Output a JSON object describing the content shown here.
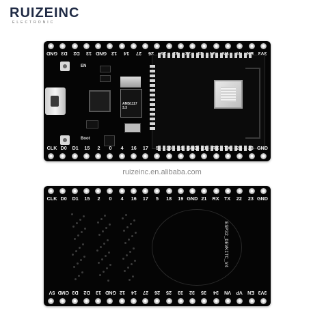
{
  "brand": {
    "name": "RUIZEINC",
    "tagline": "ELECTRONIC"
  },
  "watermark": "ruizeinc.en.alibaba.com",
  "front": {
    "top_pins": [
      "GND",
      "D3",
      "D2",
      "13",
      "GND",
      "12",
      "14",
      "27",
      "26",
      "25",
      "33",
      "32",
      "35",
      "34",
      "VN",
      "VP",
      "EN",
      "3V3"
    ],
    "bottom_pins": [
      "CLK",
      "D0",
      "D1",
      "15",
      "2",
      "0",
      "4",
      "16",
      "17",
      "5",
      "18",
      "19",
      "GND",
      "21",
      "RX",
      "TX",
      "22",
      "23",
      "GND"
    ],
    "regulator_label": "AMS1117 3.3",
    "boot_label": "Boot",
    "en_label": "EN"
  },
  "back": {
    "top_pins": [
      "CLK",
      "D0",
      "D1",
      "15",
      "2",
      "0",
      "4",
      "16",
      "17",
      "5",
      "18",
      "19",
      "GND",
      "21",
      "RX",
      "TX",
      "22",
      "23",
      "GND"
    ],
    "bottom_pins": [
      "5V",
      "CMD",
      "D3",
      "D2",
      "13",
      "GND",
      "12",
      "14",
      "27",
      "26",
      "25",
      "33",
      "32",
      "35",
      "34",
      "VN",
      "VP",
      "EN",
      "3V3"
    ],
    "board_name": "ESP32_DEVKITC_V4"
  },
  "colors": {
    "pcb": "#050505",
    "silk": "#f2f2f2",
    "brand": "#1f2a44"
  }
}
